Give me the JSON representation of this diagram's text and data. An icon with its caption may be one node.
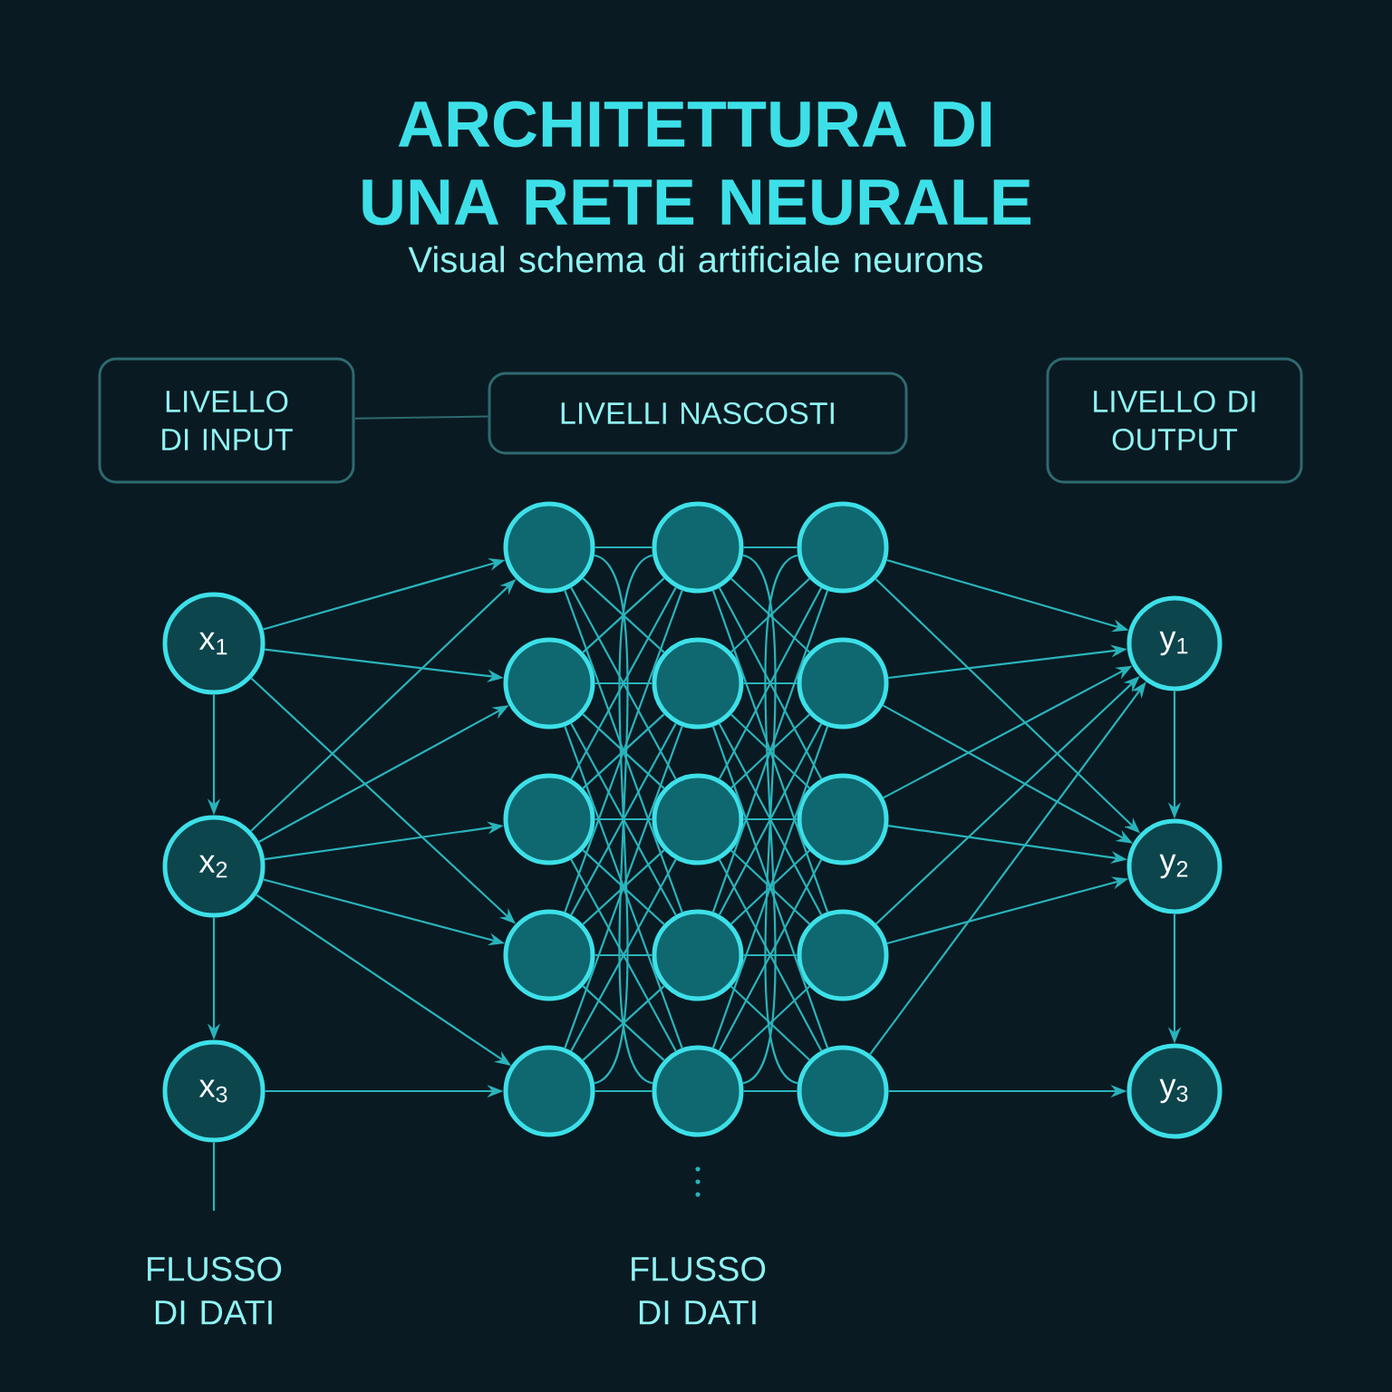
{
  "diagram": {
    "title": "ARCHITETTURA DI UNA RETE NEURALE",
    "nodes": [
      {
        "text": [
          "LIVELLO DI INPUT"
        ]
      },
      {
        "text": [
          "LIVELLI NASCOSTI"
        ]
      },
      {
        "text": [
          "LIVELLO DI OUTPUT"
        ]
      },
      {
        "text": [
          "x$_{1}$"
        ]
      },
      {
        "text": [
          "x$_{2}$"
        ]
      },
      {
        "text": [
          "x$_{3}$"
        ]
      },
      {
        "text": [],
        "shape": "circle"
      },
      {
        "text": [],
        "shape": "circle"
      },
      {
        "text": [],
        "shape": "circle"
      },
      {
        "text": [],
        "shape": "circle"
      },
      {
        "text": [],
        "shape": "circle"
      },
      {
        "text": [],
        "shape": "circle"
      },
      {
        "text": [],
        "shape": "circle"
      },
      {
        "text": [],
        "shape": "circle"
      },
      {
        "text": [],
        "shape": "circle"
      },
      {
        "text": [],
        "shape": "circle"
      },
      {
        "text": [],
        "shape": "circle"
      },
      {
        "text": [],
        "shape": "circle"
      },
      {
        "text": [],
        "shape": "circle"
      },
      {
        "text": [],
        "shape": "circle"
      },
      {
        "text": [],
        "shape": "circle"
      },
      {
        "text": [
          "y$_{1}$"
        ]
      },
      {
        "text": [
          "y$_{2}$"
        ]
      },
      {
        "text": [
          "y$_{3}$"
        ]
      }
    ],
    "edges": [
      {
        "from": 0,
        "to": 1,
        "arrow": "none"
      },
      {
        "from": 3,
        "to": 4,
        "arrow": "to"
      },
      {
        "from": 4,
        "to": 5,
        "arrow": "to"
      },
      {
        "from": 5,
        "to": null,
        "arrow": "none"
      },
      {
        "from": 21,
        "to": 22,
        "arrow": "to"
      },
      {
        "from": 22,
        "to": 23,
        "arrow": "to"
      },
      {
        "from": 3,
        "to": 6,
        "arrow": "to"
      },
      {
        "from": 3,
        "to": 7,
        "arrow": "to"
      },
      {
        "from": 3,
        "to": 9,
        "arrow": "to"
      },
      {
        "from": 4,
        "to": 6,
        "arrow": "to"
      },
      {
        "from": 4,
        "to": 7,
        "arrow": "to"
      },
      {
        "from": 4,
        "to": 8,
        "arrow": "to"
      },
      {
        "from": 4,
        "to": 9,
        "arrow": "to"
      },
      {
        "from": 4,
        "to": 10,
        "arrow": "to"
      },
      {
        "from": 5,
        "to": 10,
        "arrow": "to"
      },
      {
        "from": 6,
        "to": 11,
        "arrow": "none"
      },
      {
        "from": 6,
        "to": 12,
        "arrow": "none"
      },
      {
        "from": 6,
        "to": 13,
        "arrow": "none"
      },
      {
        "from": 6,
        "to": 14,
        "arrow": "none"
      },
      {
        "from": 6,
        "to": 15,
        "arrow": "none"
      },
      {
        "from": 7,
        "to": 11,
        "arrow": "none"
      },
      {
        "from": 7,
        "to": 12,
        "arrow": "none"
      },
      {
        "from": 7,
        "to": 13,
        "arrow": "none"
      },
      {
        "from": 7,
        "to": 14,
        "arrow": "none"
      },
      {
        "from": 7,
        "to": 15,
        "arrow": "none"
      },
      {
        "from": 8,
        "to": 11,
        "arrow": "none"
      },
      {
        "from": 8,
        "to": 12,
        "arrow": "none"
      },
      {
        "from": 8,
        "to": 13,
        "arrow": "none"
      },
      {
        "from": 8,
        "to": 14,
        "arrow": "none"
      },
      {
        "from": 8,
        "to": 15,
        "arrow": "none"
      },
      {
        "from": 9,
        "to": 11,
        "arrow": "none"
      },
      {
        "from": 9,
        "to": 12,
        "arrow": "none"
      },
      {
        "from": 9,
        "to": 13,
        "arrow": "none"
      },
      {
        "from": 9,
        "to": 14,
        "arrow": "none"
      },
      {
        "from": 9,
        "to": 15,
        "arrow": "none"
      },
      {
        "from": 10,
        "to": 11,
        "arrow": "none"
      },
      {
        "from": 10,
        "to": 12,
        "arrow": "none"
      },
      {
        "from": 10,
        "to": 13,
        "arrow": "none"
      },
      {
        "from": 10,
        "to": 14,
        "arrow": "none"
      },
      {
        "from": 10,
        "to": 15,
        "arrow": "none"
      },
      {
        "from": 11,
        "to": 16,
        "arrow": "none"
      },
      {
        "from": 11,
        "to": 17,
        "arrow": "none"
      },
      {
        "from": 11,
        "to": 18,
        "arrow": "none"
      },
      {
        "from": 11,
        "to": 19,
        "arrow": "none"
      },
      {
        "from": 11,
        "to": 20,
        "arrow": "none"
      },
      {
        "from": 12,
        "to": 16,
        "arrow": "none"
      },
      {
        "from": 12,
        "to": 17,
        "arrow": "none"
      },
      {
        "from": 12,
        "to": 18,
        "arrow": "none"
      },
      {
        "from": 12,
        "to": 19,
        "arrow": "none"
      },
      {
        "from": 12,
        "to": 20,
        "arrow": "none"
      },
      {
        "from": 13,
        "to": 16,
        "arrow": "none"
      },
      {
        "from": 13,
        "to": 17,
        "arrow": "none"
      },
      {
        "from": 13,
        "to": 18,
        "arrow": "none"
      },
      {
        "from": 13,
        "to": 19,
        "arrow": "none"
      },
      {
        "from": 13,
        "to": 20,
        "arrow": "none"
      },
      {
        "from": 14,
        "to": 16,
        "arrow": "none"
      },
      {
        "from": 14,
        "to": 17,
        "arrow": "none"
      },
      {
        "from": 14,
        "to": 18,
        "arrow": "none"
      },
      {
        "from": 14,
        "to": 19,
        "arrow": "none"
      },
      {
        "from": 14,
        "to": 20,
        "arrow": "none"
      },
      {
        "from": 15,
        "to": 16,
        "arrow": "none"
      },
      {
        "from": 15,
        "to": 17,
        "arrow": "none"
      },
      {
        "from": 15,
        "to": 18,
        "arrow": "none"
      },
      {
        "from": 15,
        "to": 19,
        "arrow": "none"
      },
      {
        "from": 15,
        "to": 20,
        "arrow": "none"
      },
      {
        "from": 16,
        "to": 21,
        "arrow": "to"
      },
      {
        "from": 16,
        "to": 22,
        "arrow": "to"
      },
      {
        "from": 17,
        "to": 21,
        "arrow": "to"
      },
      {
        "from": 17,
        "to": 22,
        "arrow": "to"
      },
      {
        "from": 18,
        "to": 21,
        "arrow": "to"
      },
      {
        "from": 18,
        "to": 22,
        "arrow": "to"
      },
      {
        "from": 19,
        "to": 21,
        "arrow": "to"
      },
      {
        "from": 19,
        "to": 22,
        "arrow": "to"
      },
      {
        "from": 20,
        "to": 21,
        "arrow": "to"
      },
      {
        "from": 20,
        "to": 23,
        "arrow": "to"
      }
    ],
    "labels": [
      "Visual schema di artificiale neurons",
      "FLUSSO DI DATI",
      "FLUSSO DI DATI"
    ]
  }
}
